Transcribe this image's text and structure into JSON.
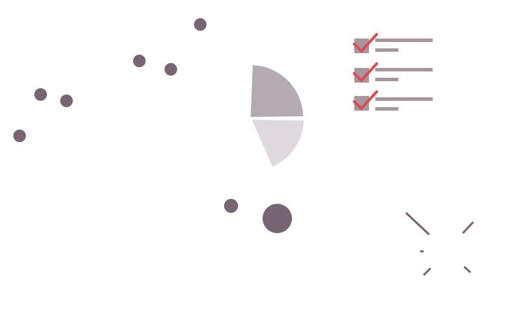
{
  "colors": {
    "background": "#ffffff",
    "dot": "#776574",
    "wedge_dark": "#b4abb2",
    "wedge_light": "#e0d8df",
    "checkbox": "#a8969f",
    "checkmark": "#d94f53",
    "line": "#a8969f",
    "burst": "#776574"
  },
  "illustration": {
    "dots_icon": "scattered-dots",
    "pie_icon": "pie-wedges",
    "checklist_icon": "checklist",
    "checklist_items": 3,
    "checked_items": 3,
    "burst_icon": "sparkle-burst"
  }
}
